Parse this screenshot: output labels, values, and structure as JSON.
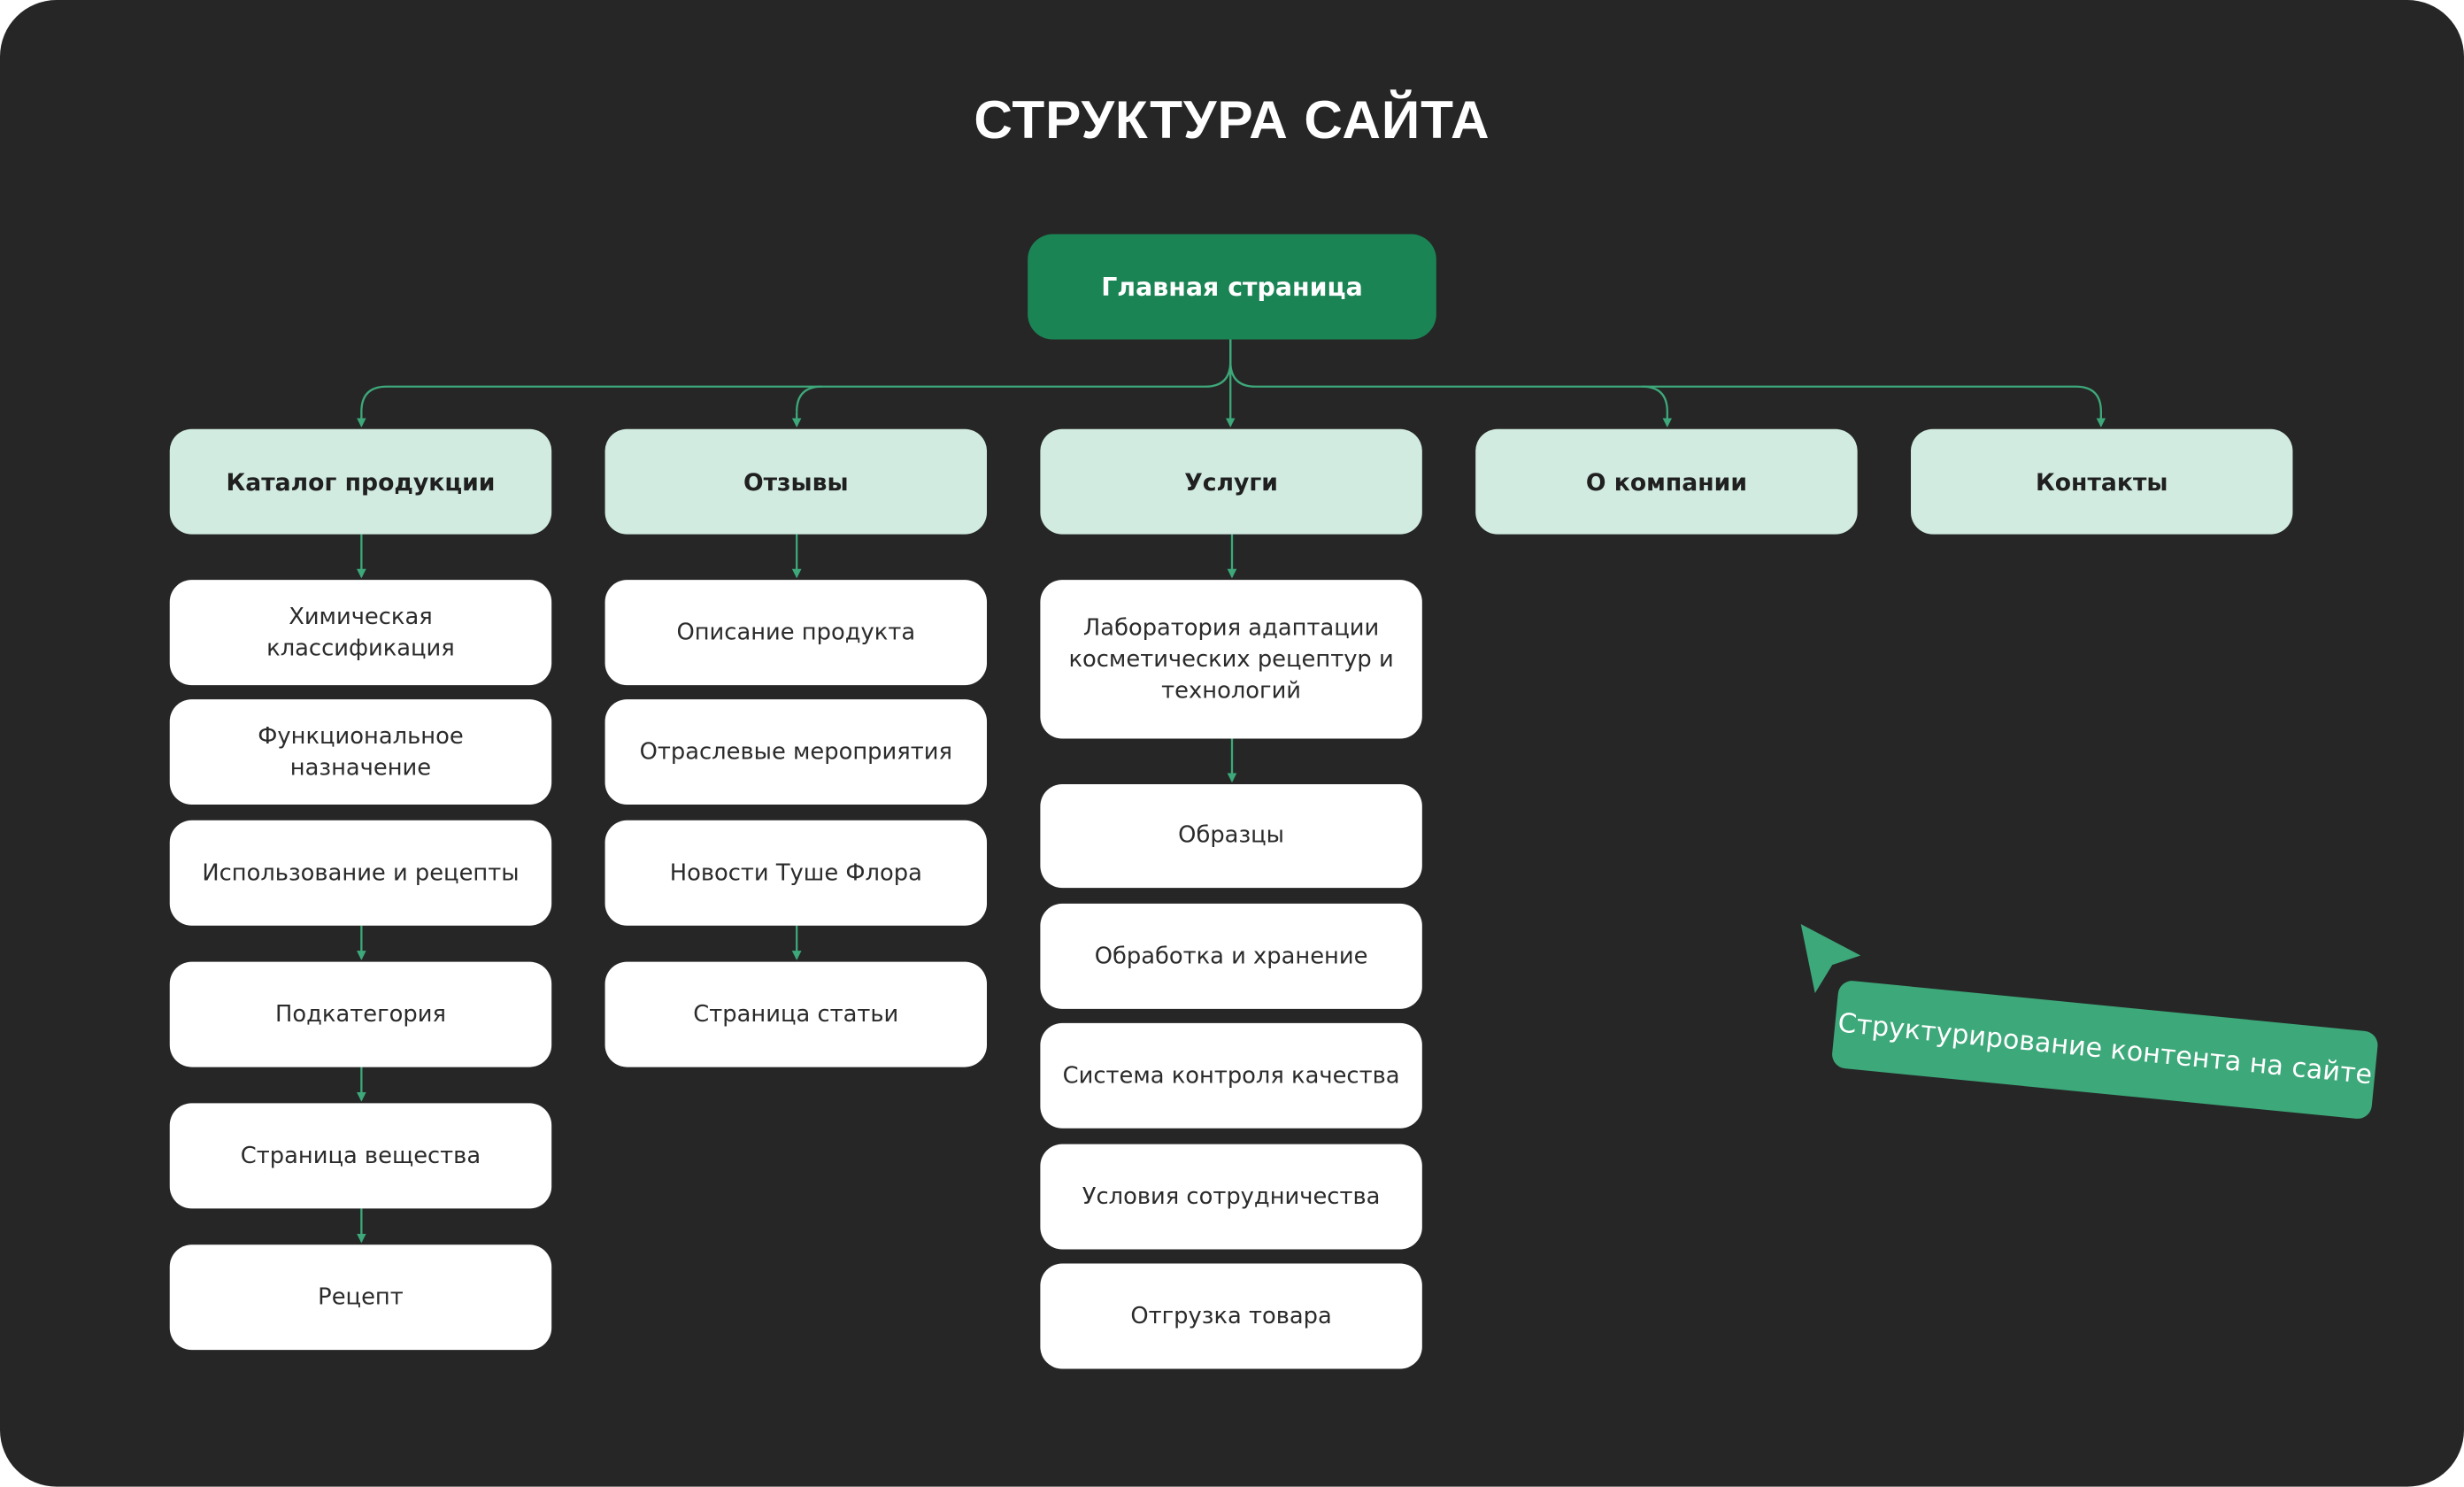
{
  "title": "СТРУКТУРА САЙТА",
  "root": "Главная страница",
  "sections": [
    {
      "label": "Каталог продукции",
      "items": [
        "Химическая классификация",
        "Функциональное назначение",
        "Использование и рецепты",
        "Подкатегория",
        "Страница вещества",
        "Рецепт"
      ]
    },
    {
      "label": "Отзывы",
      "items": [
        "Описание продукта",
        "Отраслевые мероприятия",
        "Новости Туше Флора",
        "Страница статьи"
      ]
    },
    {
      "label": "Услуги",
      "items": [
        "Лаборатория адаптации косметических рецептур и технологий",
        "Образцы",
        "Обработка и хранение",
        "Система контроля качества",
        "Условия сотрудничества",
        "Отгрузка товара"
      ]
    },
    {
      "label": "О компании",
      "items": []
    },
    {
      "label": "Контакты",
      "items": []
    }
  ],
  "note": "Структурирование контента на сайте",
  "colors": {
    "background": "#262626",
    "root_fill": "#1a8455",
    "section_fill": "#d1ebe0",
    "leaf_fill": "#ffffff",
    "connector": "#3da87a",
    "note_fill": "#3da87a"
  }
}
